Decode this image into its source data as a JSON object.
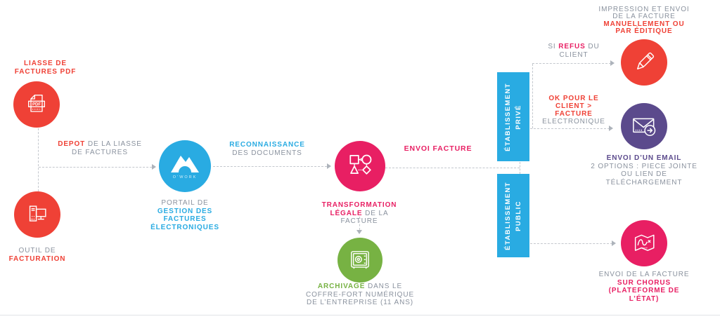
{
  "palette": {
    "red": "#EF4136",
    "pink": "#E81F63",
    "blue": "#29ABE2",
    "green": "#77B243",
    "purple": "#5B4A8C",
    "gray_text": "#8A929E",
    "dashed_line": "#C3C7CD",
    "bar_fill": "#29ABE2"
  },
  "source": {
    "pdf_batch": {
      "line1": "LIASSE DE",
      "line2": "FACTURES PDF",
      "icon_text": "PDF"
    },
    "billing_tool": {
      "line1": "OUTIL DE",
      "line2": "FACTURATION"
    },
    "deposit_arrow": {
      "bold": "DEPOT",
      "rest": "DE LA LIASSE",
      "line2": "DE FACTURES"
    }
  },
  "portal": {
    "logo": "O’WORK",
    "caption": {
      "line1": "PORTAIL DE",
      "line2": "GESTION DES",
      "line3": "FACTURES",
      "line4": "ÉLECTRONIQUES"
    },
    "recognition_arrow": {
      "bold": "RECONNAISSANCE",
      "rest": "DES DOCUMENTS"
    }
  },
  "transformation": {
    "caption": {
      "line1": "TRANSFORMATION",
      "line2_bold": "LÉGALE",
      "line2_rest": "DE LA",
      "line3": "FACTURE"
    },
    "envoi_arrow": "ENVOI FACTURE"
  },
  "archive": {
    "caption": {
      "line1_bold": "ARCHIVAGE",
      "line1_rest": "DANS LE",
      "line2": "COFFRE-FORT NUMÉRIQUE",
      "line3": "DE L’ENTREPRISE (11 ANS)"
    }
  },
  "establishments": {
    "private": {
      "line1": "ÉTABLISSEMENT",
      "line2": "PRIVÉ"
    },
    "public": {
      "line1": "ÉTABLISSEMENT",
      "line2": "PUBLIC"
    }
  },
  "print_outcome": {
    "title": {
      "line1": "IMPRESSION ET ENVOI",
      "line2": "DE LA FACTURE",
      "line3": "MANUELLEMENT OU",
      "line4": "PAR ÉDITIQUE"
    },
    "branch": {
      "pre": "SI",
      "bold": "REFUS",
      "post": "DU",
      "line2": "CLIENT"
    }
  },
  "email_outcome": {
    "branch": {
      "line1": "OK POUR LE",
      "line2": "CLIENT >",
      "line3": "FACTURE",
      "line4": "ELECTRONIQUE"
    },
    "caption": {
      "line1": "ENVOI D’UN EMAIL",
      "line2": "2 OPTIONS : PIECE JOINTE",
      "line3": "OU LIEN DE",
      "line4": "TÉLÉCHARGEMENT"
    }
  },
  "chorus_outcome": {
    "caption": {
      "line1": "ENVOI DE LA FACTURE",
      "line2": "SUR CHORUS",
      "line3": "(PLATEFORME DE",
      "line4": "L’ÉTAT)"
    }
  }
}
